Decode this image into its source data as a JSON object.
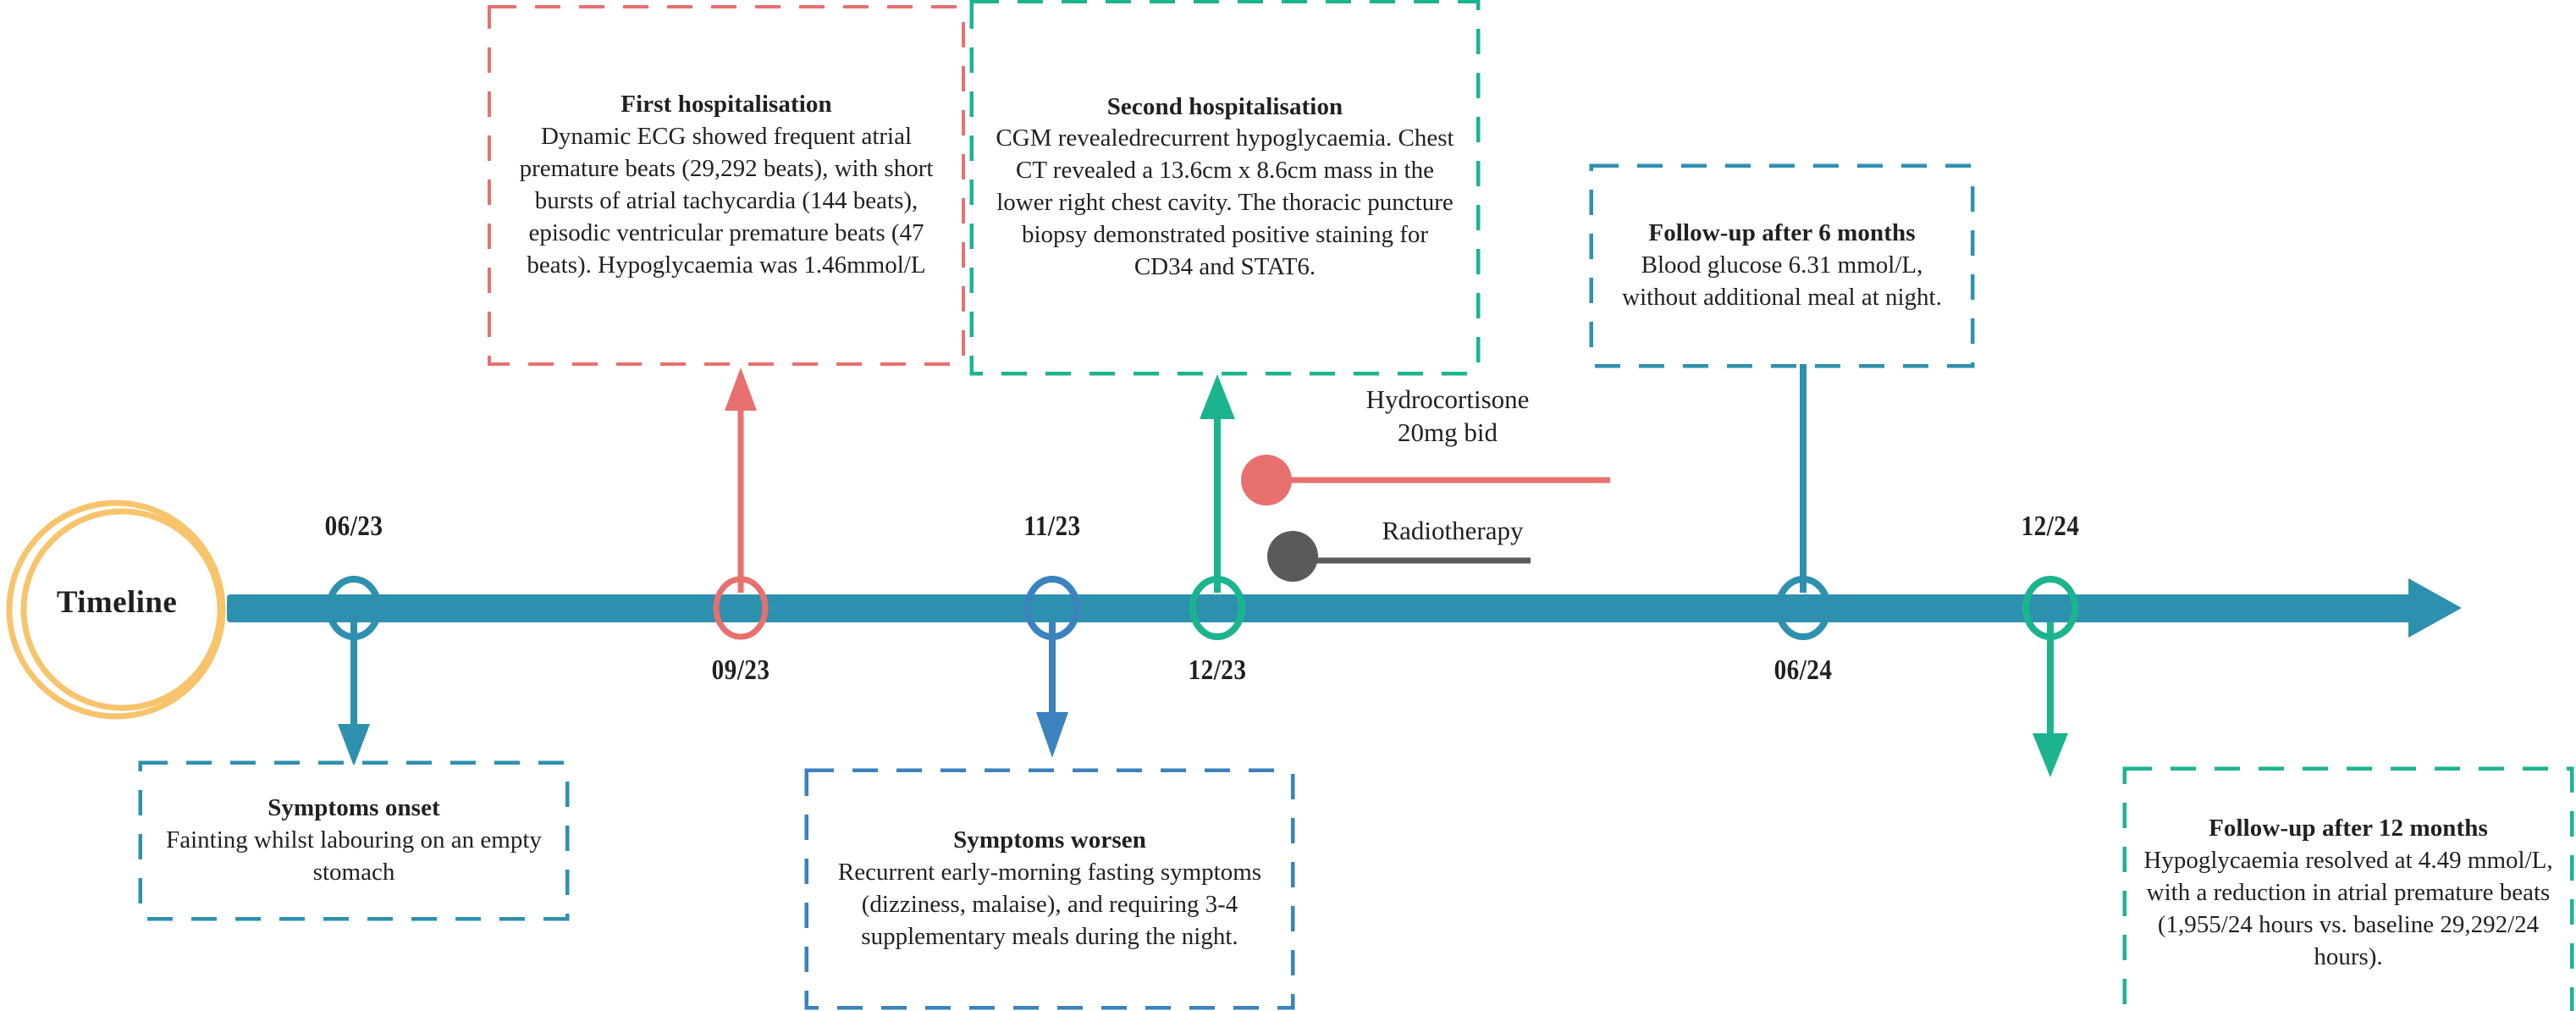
{
  "diagram": {
    "title_badge": "Timeline",
    "axis_color": "#2E90AF",
    "colors": {
      "teal_blue": "#2E90AF",
      "salmon_red": "#E8706E",
      "green": "#1BB48E",
      "blue": "#3B82BE",
      "gold": "#F7C46C",
      "grey": "#5A5A5A",
      "text": "#231f20"
    }
  },
  "milestones": [
    {
      "id": "m1",
      "date": "06/23",
      "date_position": "above",
      "color": "#2E90AF"
    },
    {
      "id": "m2",
      "date": "09/23",
      "date_position": "below",
      "color": "#E8706E"
    },
    {
      "id": "m3",
      "date": "11/23",
      "date_position": "above",
      "color": "#3B82BE"
    },
    {
      "id": "m4",
      "date": "12/23",
      "date_position": "below",
      "color": "#1BB48E"
    },
    {
      "id": "m5",
      "date": "06/24",
      "date_position": "below",
      "color": "#2E90AF"
    },
    {
      "id": "m6",
      "date": "12/24",
      "date_position": "above",
      "color": "#1BB48E"
    }
  ],
  "cards": {
    "first_hospitalisation": {
      "title": "First hospitalisation",
      "body": "Dynamic ECG showed frequent atrial premature beats (29,292 beats), with short bursts of atrial tachycardia (144 beats), episodic ventricular premature beats (47 beats). Hypoglycaemia was 1.46mmol/L",
      "color": "#E8706E"
    },
    "second_hospitalisation": {
      "title": "Second hospitalisation",
      "body": "CGM  revealedrecurrent hypoglycaemia. Chest CT revealed a 13.6cm x 8.6cm mass in the lower right chest cavity. The thoracic puncture biopsy demonstrated positive staining for CD34 and STAT6.",
      "color": "#1BB48E"
    },
    "followup_6_months": {
      "title": "Follow-up after 6 months",
      "body": "Blood glucose 6.31 mmol/L, without additional meal at night.",
      "color": "#2E90AF"
    },
    "symptoms_onset": {
      "title": "Symptoms onset",
      "body": "Fainting whilst labouring on an empty stomach",
      "color": "#2E90AF"
    },
    "symptoms_worsen": {
      "title": "Symptoms worsen",
      "body": "Recurrent early-morning fasting symptoms (dizziness, malaise), and requiring 3-4 supplementary meals during the night.",
      "color": "#3B82BE"
    },
    "followup_12_months": {
      "title": "Follow-up after 12 months",
      "body": "Hypoglycaemia resolved at 4.49 mmol/L, with a reduction in atrial premature beats (1,955/24 hours vs. baseline 29,292/24 hours).",
      "color": "#1BB48E"
    }
  },
  "legend": [
    {
      "label_line1": "Hydrocortisone",
      "label_line2": "20mg bid",
      "color": "#E8706E"
    },
    {
      "label_line1": "Radiotherapy",
      "label_line2": "",
      "color": "#5A5A5A"
    }
  ]
}
